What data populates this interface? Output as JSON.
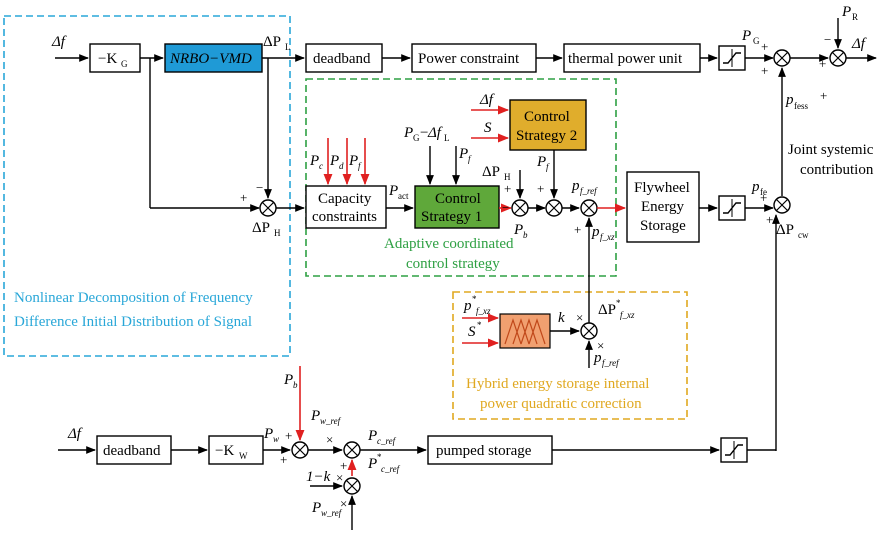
{
  "blocks": {
    "gain_g": "−K",
    "gain_g_sub": "G",
    "nrbo": "NRBO−VMD",
    "deadband_top": "deadband",
    "power_constraint": "Power constraint",
    "thermal": "thermal power unit",
    "capacity_1": "Capacity",
    "capacity_2": "constraints",
    "cs1_1": "Control",
    "cs1_2": "Strategy 1",
    "cs2_1": "Control",
    "cs2_2": "Strategy 2",
    "flywheel_1": "Flywheel",
    "flywheel_2": "Energy",
    "flywheel_3": "Storage",
    "deadband_bottom": "deadband",
    "gain_w": "−K",
    "gain_w_sub": "W",
    "pumped": "pumped storage"
  },
  "regions": {
    "blue_1": "Nonlinear Decomposition of Frequency",
    "blue_2": "Difference Initial Distribution of Signal",
    "green_1": "Adaptive coordinated",
    "green_2": "control strategy",
    "orange_1": "Hybrid energy storage internal",
    "orange_2": "power quadratic correction",
    "joint_1": "Joint systemic",
    "joint_2": "contribution"
  },
  "signals": {
    "df": "Δf",
    "dP": "ΔP",
    "P": "P",
    "p": "p",
    "S": "S",
    "k": "k",
    "one_minus_k": "1−k",
    "PG_minus": "P",
    "sub_G": "G",
    "sub_L": "L",
    "sub_H": "H",
    "sub_R": "R",
    "sub_fess": "fess",
    "sub_fe": "fe",
    "sub_cw": "cw",
    "sub_act": "act",
    "sub_c": "c",
    "sub_d": "d",
    "sub_f": "f",
    "sub_b": "b",
    "sub_w": "w",
    "sub_fref": "f_ref",
    "sub_fxz": "f_xz",
    "sub_wref": "w_ref",
    "sub_cref": "c_ref",
    "star": "*",
    "plus": "+",
    "minus": "−",
    "times": "×"
  },
  "colors": {
    "blue_region": "#29a7d8",
    "green_region": "#2ea043",
    "orange_region": "#e0a820",
    "nrbo_fill": "#1f9ad6",
    "cs1_fill": "#5fa83a",
    "cs2_fill": "#e0ad2c",
    "fuzzy_fill": "#e8732c",
    "red_wire": "#e02020"
  }
}
